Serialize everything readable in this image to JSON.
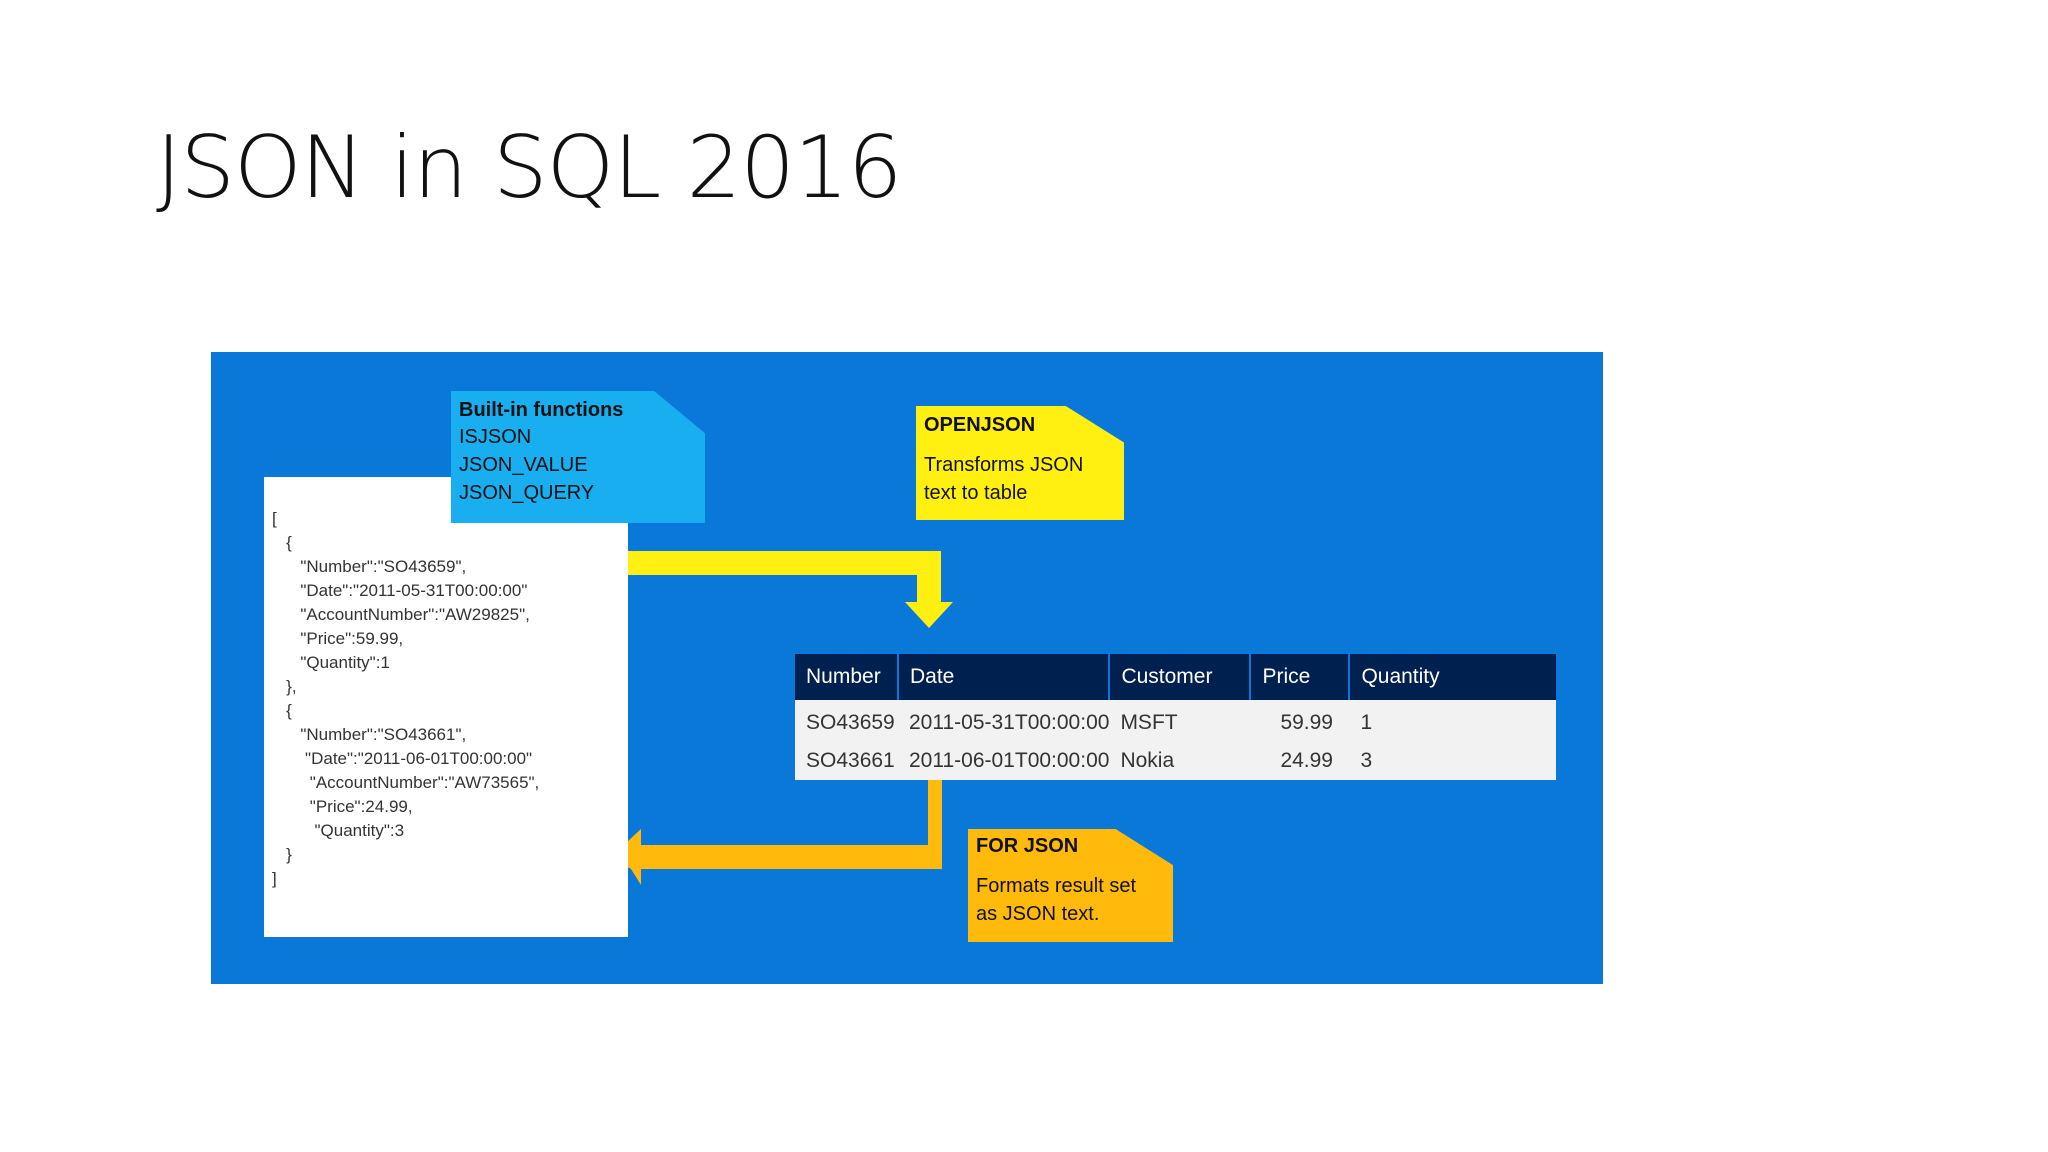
{
  "slide": {
    "title": "JSON in SQL 2016"
  },
  "json_document": {
    "lines": [
      "[",
      "   {",
      "      \"Number\":\"SO43659\",",
      "      \"Date\":\"2011-05-31T00:00:00\"",
      "      \"AccountNumber\":\"AW29825\",",
      "      \"Price\":59.99,",
      "      \"Quantity\":1",
      "   },",
      "   {",
      "      \"Number\":\"SO43661\",",
      "       \"Date\":\"2011-06-01T00:00:00\"",
      "        \"AccountNumber\":\"AW73565\",",
      "        \"Price\":24.99,",
      "         \"Quantity\":3",
      "   }",
      "]"
    ]
  },
  "builtin_functions": {
    "title": "Built-in functions",
    "items": [
      "ISJSON",
      "JSON_VALUE",
      "JSON_QUERY"
    ]
  },
  "openjson": {
    "title": "OPENJSON",
    "desc_line1": "Transforms JSON",
    "desc_line2": "text to table"
  },
  "forjson": {
    "title": "FOR JSON",
    "desc_line1": "Formats result set",
    "desc_line2": "as JSON text."
  },
  "table": {
    "headers": [
      "Number",
      "Date",
      "Customer",
      "Price",
      "Quantity"
    ],
    "rows": [
      [
        "SO43659",
        "2011-05-31T00:00:00",
        "MSFT",
        "59.99",
        "1"
      ],
      [
        "SO43661",
        "2011-06-01T00:00:00",
        "Nokia",
        "24.99",
        "3"
      ]
    ]
  },
  "colors": {
    "panel": "#0a78d8",
    "builtin": "#18aef0",
    "openjson": "#fff012",
    "forjson": "#ffba0b",
    "table_header": "#002050"
  }
}
